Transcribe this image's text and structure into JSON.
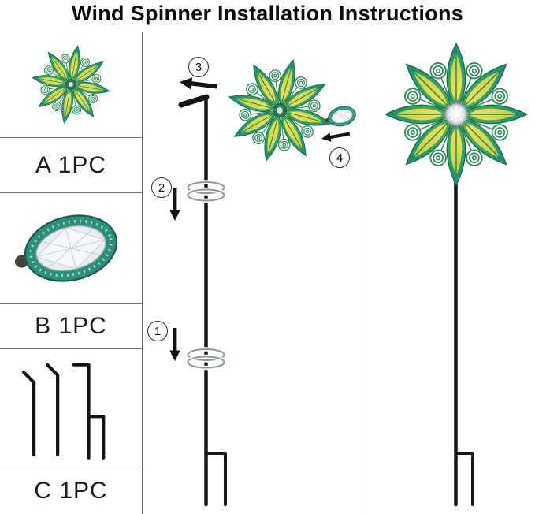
{
  "title": "Wind Spinner Installation Instructions",
  "parts": [
    {
      "icon": "spinner-head-icon",
      "label": "A 1PC"
    },
    {
      "icon": "solar-gem-icon",
      "label": "B 1PC"
    },
    {
      "icon": "ground-stakes-icon",
      "label": "C 1PC"
    }
  ],
  "steps": [
    {
      "num": "1"
    },
    {
      "num": "2"
    },
    {
      "num": "3"
    },
    {
      "num": "4"
    }
  ],
  "colors": {
    "petal_teal": "#1e8f74",
    "petal_green": "#4fae57",
    "petal_yellow": "#f0e260",
    "gem_teal": "#2f8f7c",
    "pole_black": "#161616",
    "divider_gray": "#6e6e6e"
  }
}
